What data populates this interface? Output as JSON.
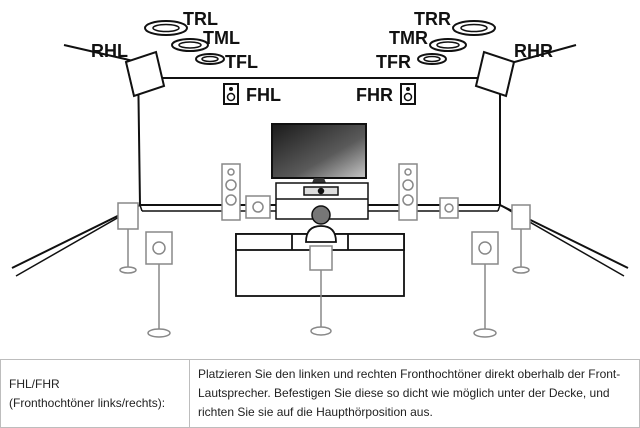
{
  "diagram": {
    "labels": {
      "trl": "TRL",
      "tml": "TML",
      "tfl": "TFL",
      "rhl": "RHL",
      "fhl": "FHL",
      "trr": "TRR",
      "tmr": "TMR",
      "tfr": "TFR",
      "rhr": "RHR",
      "fhr": "FHR"
    }
  },
  "table": {
    "rows": [
      {
        "term_line1": "FHL/FHR",
        "term_line2": "(Fronthochtöner links/rechts):",
        "description": "Platzieren Sie den linken und rechten Fronthochtöner direkt oberhalb der Front-Lautsprecher. Befestigen Sie diese so dicht wie möglich unter der Decke, und richten Sie sie auf die Haupthörposition aus."
      }
    ]
  }
}
